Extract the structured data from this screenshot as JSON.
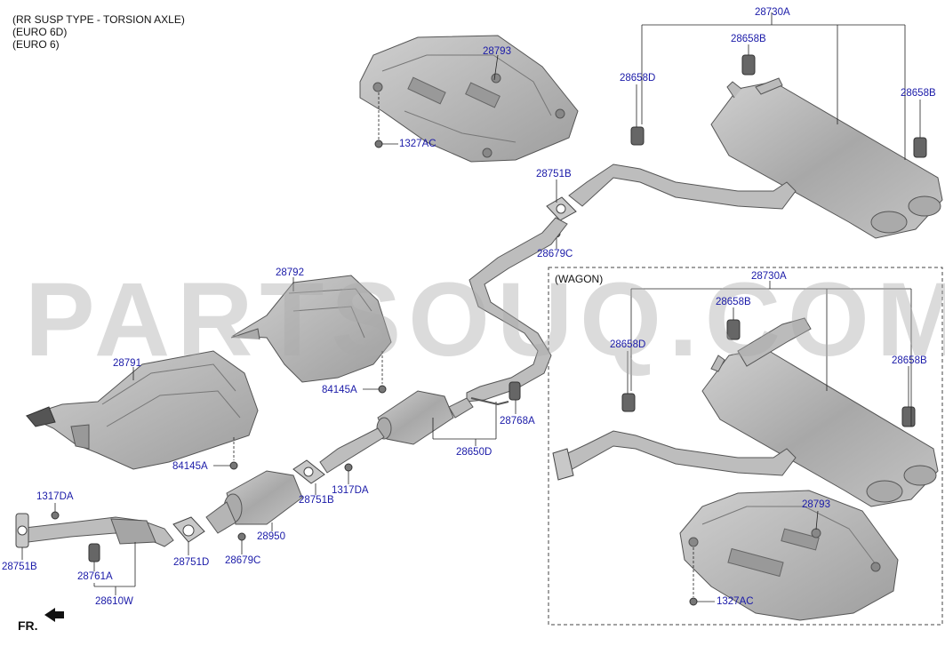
{
  "header": {
    "lines": [
      "(RR SUSP TYPE - TORSION AXLE)",
      "(EURO 6D)",
      "(EURO 6)"
    ]
  },
  "watermark": "PARTSOUQ.COM",
  "section_label": "(WAGON)",
  "direction_label": "FR.",
  "colors": {
    "label": "#1a1aa8",
    "part_fill": "#b8b8b8",
    "part_stroke": "#555555"
  },
  "labels": {
    "p28793_top": "28793",
    "p1327ac_top": "1327AC",
    "p28730a_top": "28730A",
    "p28658b_top_mid": "28658B",
    "p28658d_top": "28658D",
    "p28658b_top_right": "28658B",
    "p28751b_top": "28751B",
    "p28679c_top": "28679C",
    "p28792": "28792",
    "p84145a_mid": "84145A",
    "p28791": "28791",
    "p84145a_low": "84145A",
    "p28768a": "28768A",
    "p28650d": "28650D",
    "p1317da_mid": "1317DA",
    "p28751b_mid": "28751B",
    "p28950": "28950",
    "p1317da_left": "1317DA",
    "p28751b_left": "28751B",
    "p28761a": "28761A",
    "p28610w": "28610W",
    "p28751d": "28751D",
    "p28679c_low": "28679C",
    "p28730a_wagon": "28730A",
    "p28658b_wagon_mid": "28658B",
    "p28658d_wagon": "28658D",
    "p28658b_wagon_right": "28658B",
    "p28793_wagon": "28793",
    "p1327ac_wagon": "1327AC"
  }
}
